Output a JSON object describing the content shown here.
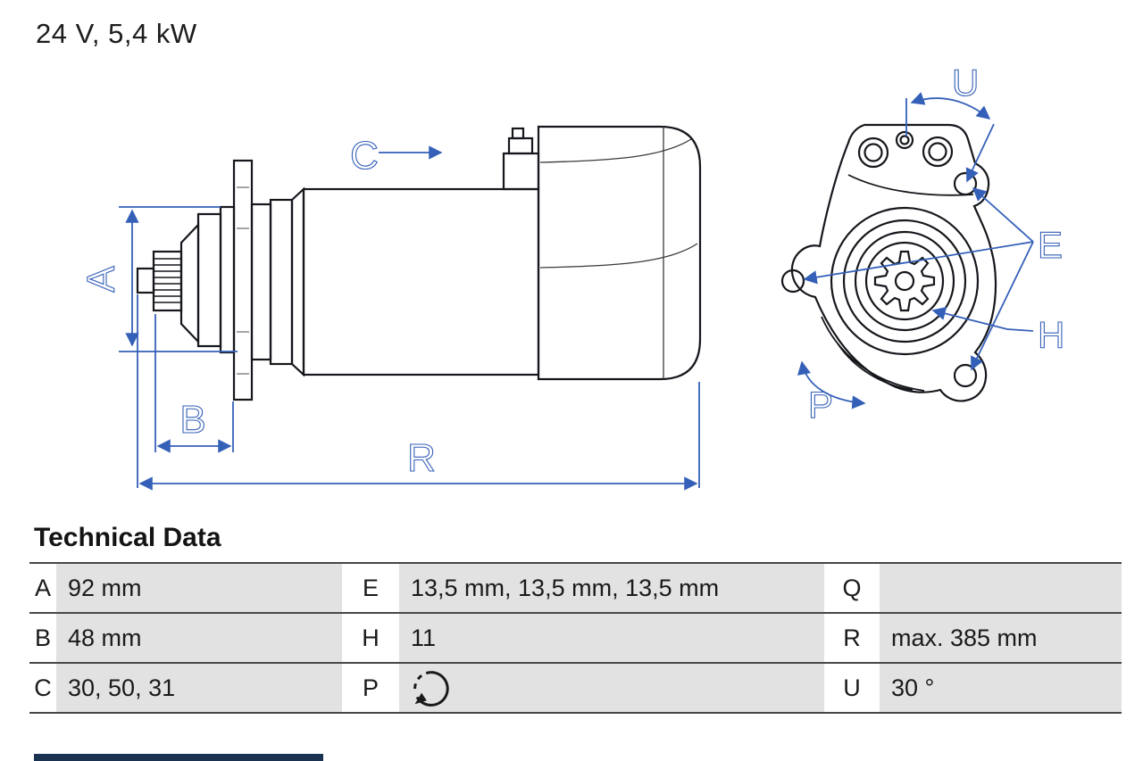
{
  "header": {
    "title": "24 V, 5,4 kW"
  },
  "diagram": {
    "views": [
      "side-view-starter-motor",
      "end-view-mounting-flange"
    ],
    "dimension_labels": {
      "a": "A",
      "b": "B",
      "c": "C",
      "r": "R",
      "u": "U",
      "e": "E",
      "h": "H",
      "p": "P"
    },
    "icons": [
      "direction-arrow",
      "angle-arc-arrow",
      "rotation-arc-arrow"
    ]
  },
  "technical_data": {
    "heading": "Technical Data",
    "rows": [
      [
        {
          "label": "A",
          "value": "92 mm"
        },
        {
          "label": "E",
          "value": "13,5 mm, 13,5 mm, 13,5 mm"
        },
        {
          "label": "Q",
          "value": ""
        }
      ],
      [
        {
          "label": "B",
          "value": "48 mm"
        },
        {
          "label": "H",
          "value": "11"
        },
        {
          "label": "R",
          "value": "max. 385 mm"
        }
      ],
      [
        {
          "label": "C",
          "value": "30, 50, 31"
        },
        {
          "label": "P",
          "value": "",
          "icon": "rotation-counterclockwise-icon"
        },
        {
          "label": "U",
          "value": "30 °"
        }
      ]
    ]
  },
  "colors": {
    "accent_blue": "#3560b8",
    "drawing_line": "#15171c",
    "table_cell_gray": "#e2e2e2",
    "table_rule_gray": "#474747",
    "footer_bar_navy": "#1b3251"
  }
}
